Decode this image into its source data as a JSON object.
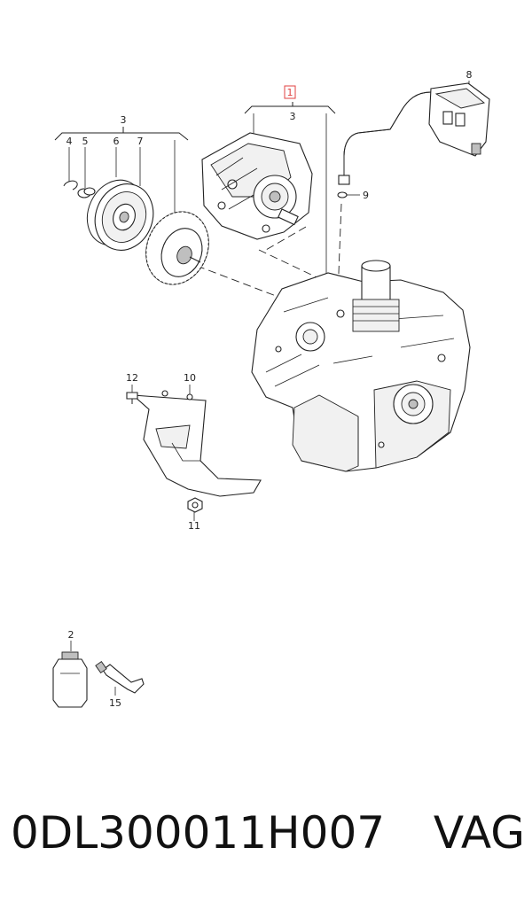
{
  "callouts": {
    "c1": "1",
    "c2": "2",
    "c3a": "3",
    "c3b": "3",
    "c4": "4",
    "c5": "5",
    "c6": "6",
    "c7": "7",
    "c8": "8",
    "c9": "9",
    "c10": "10",
    "c11": "11",
    "c12": "12",
    "c15": "15"
  },
  "colors": {
    "line": "#222222",
    "highlight_box": "#e04040"
  },
  "footer": {
    "part_number": "0DL300011H007",
    "brand": "VAG"
  }
}
